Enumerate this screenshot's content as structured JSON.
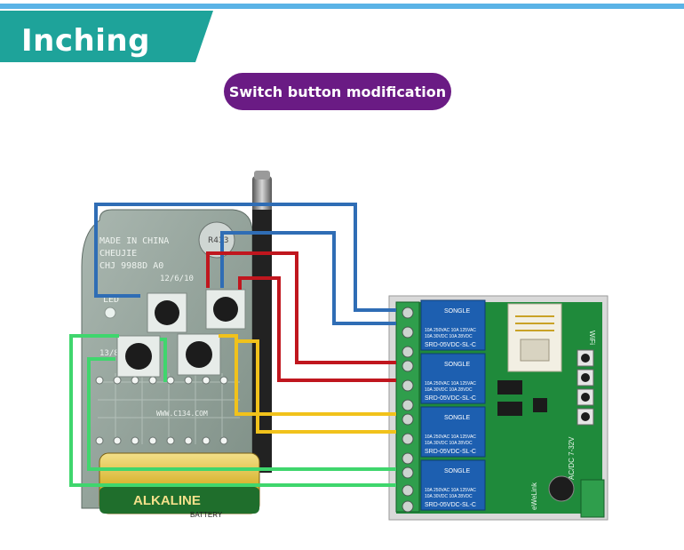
{
  "header": {
    "title": "Inching",
    "subtitle": "Switch button modification"
  },
  "remote": {
    "made_in": "MADE IN CHINA",
    "brand": "CHEUJIE",
    "model": "CHJ 9988D A0",
    "date": "12/6/10",
    "led_label": "LED",
    "pin_label": "13/8",
    "url": "WWW.C134.COM",
    "battery_brand": "ALKALINE",
    "battery_text": "BATTERY",
    "crystal_label": "R433"
  },
  "relay_board": {
    "relay_brand": "SONGLE",
    "relay_model": "SRD-05VDC-SL-C",
    "rating_1": "10A 250VAC  10A 125VAC",
    "rating_2": "10A 30VDC   10A 28VDC",
    "board_brand": "eWeLink",
    "voltage": "AC/DC 7-32V",
    "wifi": "WiFi"
  },
  "colors": {
    "title_banner": "#1ea39a",
    "pill": "#6a1b84",
    "wire_blue": "#2f6db5",
    "wire_red": "#c0161e",
    "wire_yellow": "#f1c21b",
    "wire_green": "#3fd66d",
    "pcb_green": "#1f8a3b",
    "relay_blue": "#1d5fb0"
  }
}
